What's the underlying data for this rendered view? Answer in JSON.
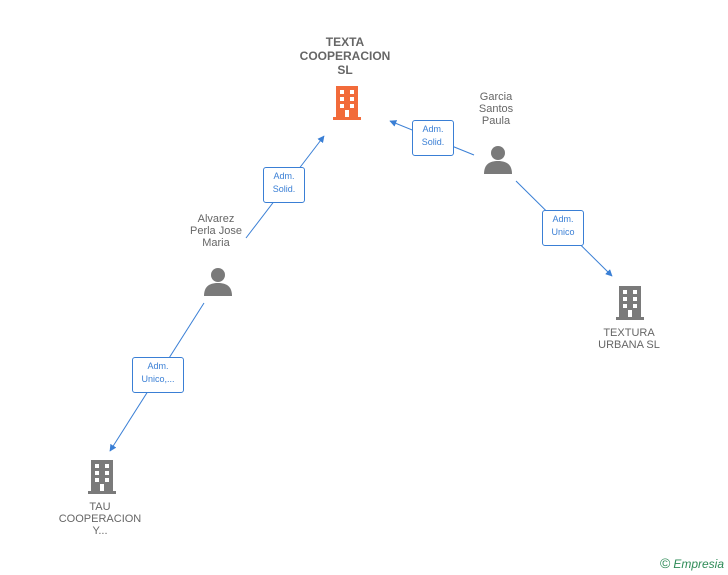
{
  "colors": {
    "edge": "#3a7fd5",
    "main_node": "#f26b3a",
    "node": "#7a7a7a",
    "brand": "#2e8b57"
  },
  "nodes": {
    "texta": {
      "label": "TEXTA\nCOOPERACION\nSL",
      "icon": "building-icon"
    },
    "garcia": {
      "label": "Garcia\nSantos\nPaula",
      "icon": "person-icon"
    },
    "alvarez": {
      "label": "Alvarez\nPerla Jose\nMaria",
      "icon": "person-icon"
    },
    "textura": {
      "label": "TEXTURA\nURBANA  SL",
      "icon": "building-icon"
    },
    "tau": {
      "label": "TAU\nCOOPERACION\nY...",
      "icon": "building-icon"
    }
  },
  "edges": {
    "alvarez_texta": "Adm.\nSolid.",
    "garcia_texta": "Adm.\nSolid.",
    "garcia_textura": "Adm.\nUnico",
    "alvarez_tau": "Adm.\nUnico,..."
  },
  "brand": {
    "copyright": "©",
    "name": "Empresia"
  }
}
